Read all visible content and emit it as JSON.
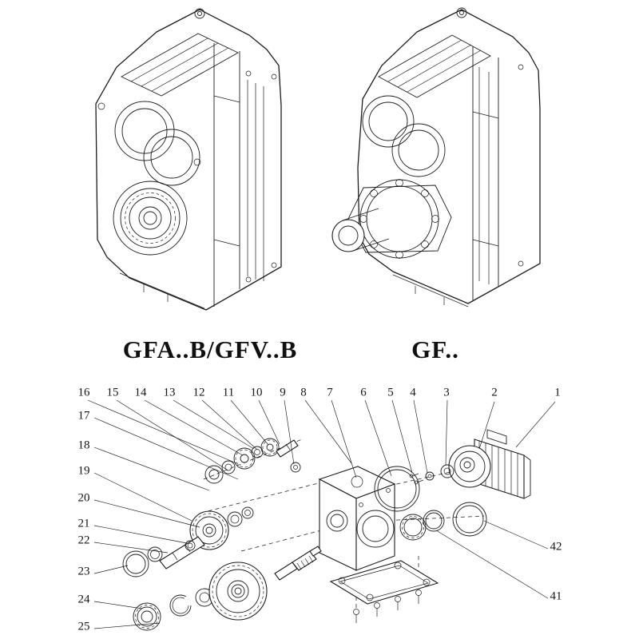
{
  "models": {
    "left_label": "GFA..B/GFV..B",
    "right_label": "GF.."
  },
  "exploded_view": {
    "top_callouts": [
      "16",
      "15",
      "14",
      "13",
      "12",
      "11",
      "10",
      "9",
      "8",
      "7",
      "6",
      "5",
      "4",
      "3",
      "2",
      "1"
    ],
    "left_callouts": [
      "17",
      "18",
      "19",
      "20",
      "21",
      "22",
      "23",
      "24",
      "25"
    ],
    "right_callouts": [
      "42",
      "41"
    ]
  },
  "colors": {
    "line": "#1d1d1d",
    "background": "#ffffff"
  }
}
